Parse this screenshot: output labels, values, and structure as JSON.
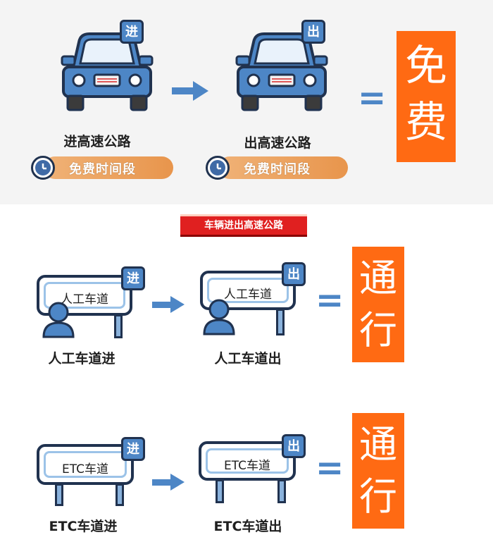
{
  "highway": {
    "enter_tag": "进",
    "exit_tag": "出",
    "enter_label": "进高速公路",
    "exit_label": "出高速公路",
    "free_period": "免费时间段",
    "result": [
      "免",
      "费"
    ]
  },
  "banner": "车辆进出高速公路",
  "manual": {
    "board_text": "人工车道",
    "enter_tag": "进",
    "exit_tag": "出",
    "enter_label": "人工车道进",
    "exit_label": "人工车道出",
    "result": [
      "通",
      "行"
    ]
  },
  "etc": {
    "board_text": "ETC车道",
    "enter_tag": "进",
    "exit_tag": "出",
    "enter_label": "ETC车道进",
    "exit_label": "ETC车道出",
    "result": [
      "通",
      "行"
    ]
  },
  "colors": {
    "orange": "#ff6a13",
    "blue": "#4d86c6",
    "navy": "#20324f",
    "banner_red": "#e02020"
  },
  "icons": [
    "car-icon",
    "arrow-right-icon",
    "clock-icon",
    "person-icon",
    "lane-sign-icon"
  ]
}
